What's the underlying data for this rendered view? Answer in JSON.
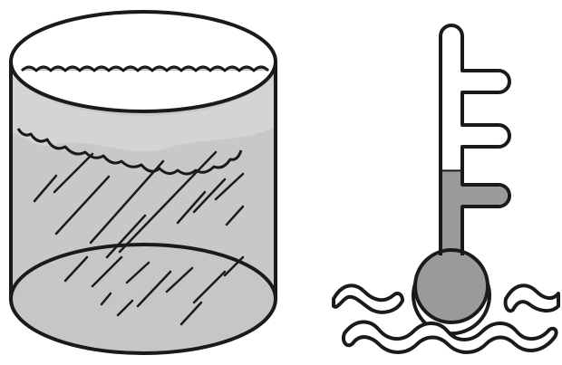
{
  "illustration": {
    "objects": [
      {
        "name": "container-of-water",
        "icon": "cylinder-water-icon"
      },
      {
        "name": "thermometer",
        "icon": "thermometer-icon"
      },
      {
        "name": "heat-waves",
        "icon": "wavy-lines-icon"
      }
    ],
    "colors": {
      "outline": "#1a1a1a",
      "water_fill": "#c8c8c8",
      "mercury_fill": "#9a9a9a",
      "background": "#ffffff",
      "glass_white": "#ffffff"
    },
    "thermometer_level": 0.45
  }
}
